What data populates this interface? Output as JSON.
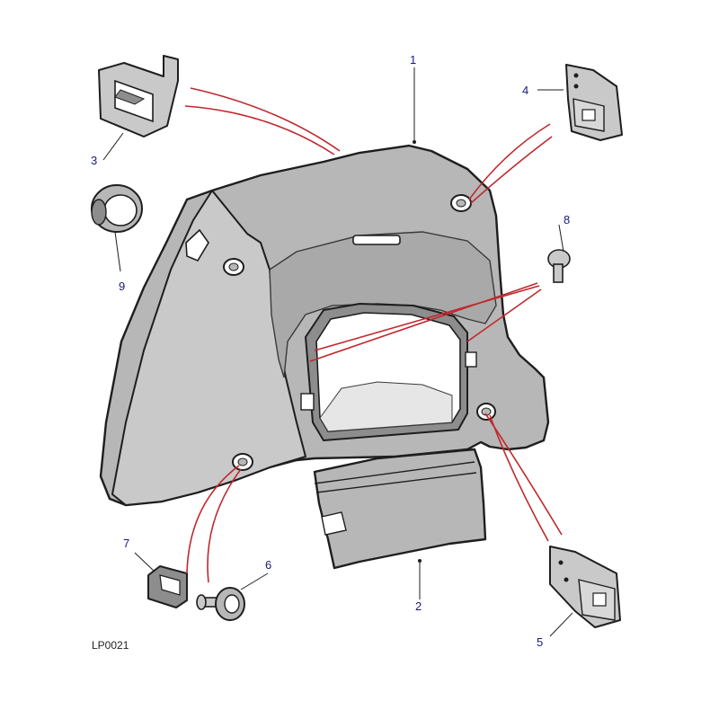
{
  "diagram": {
    "reference_code": "LP0021",
    "callouts": {
      "c1": "1",
      "c2": "2",
      "c3": "3",
      "c4": "4",
      "c5": "5",
      "c6": "6",
      "c7": "7",
      "c8": "8",
      "c9": "9"
    },
    "colors": {
      "part_fill": "#b7b7b7",
      "outline": "#1e1e1e",
      "connector_lines": "#c0282d",
      "callout_text": "#1a1a7a"
    }
  }
}
